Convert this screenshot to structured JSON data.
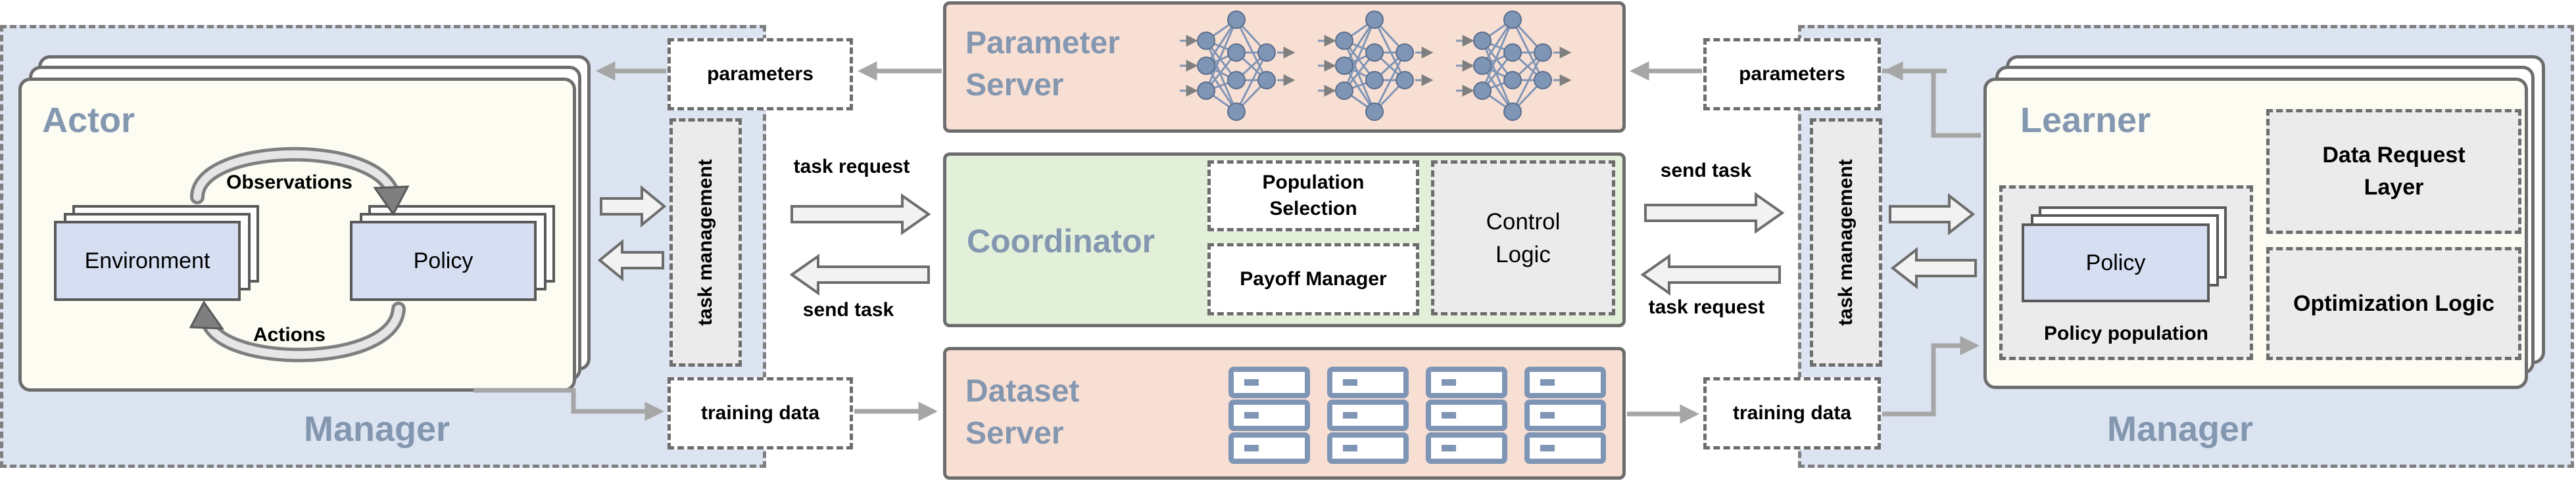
{
  "left_manager": {
    "title": "Manager",
    "actor": {
      "title": "Actor",
      "environment": "Environment",
      "policy": "Policy",
      "observations": "Observations",
      "actions": "Actions"
    },
    "task_management": "task management"
  },
  "right_manager": {
    "title": "Manager",
    "learner": {
      "title": "Learner",
      "policy": "Policy",
      "policy_population": "Policy population",
      "data_request_layer": "Data Request Layer",
      "optimization_logic": "Optimization Logic"
    },
    "task_management": "task management"
  },
  "parameter_server": {
    "title_line1": "Parameter",
    "title_line2": "Server"
  },
  "coordinator": {
    "title": "Coordinator",
    "population_selection": "Population Selection",
    "payoff_manager": "Payoff Manager",
    "control_logic_line1": "Control",
    "control_logic_line2": "Logic"
  },
  "dataset_server": {
    "title_line1": "Dataset",
    "title_line2": "Server"
  },
  "flow_labels": {
    "left_parameters": "parameters",
    "right_parameters": "parameters",
    "left_training_data": "training data",
    "right_training_data": "training data",
    "left_task_request": "task request",
    "left_send_task": "send task",
    "right_send_task": "send task",
    "right_task_request": "task request"
  },
  "colors": {
    "manager_bg": "#dbe4f0",
    "actor_bg": "#fdfcf3",
    "policy_blue": "#d6dff2",
    "server_bg": "#f8dfd4",
    "coordinator_bg": "#e2efd9",
    "title_blue": "#8497b0",
    "dashed_grey": "#ebebeb",
    "server_icon": "#7f95b5"
  },
  "icons": {
    "network": "neural-network-icon",
    "storage": "server-rack-icon"
  }
}
